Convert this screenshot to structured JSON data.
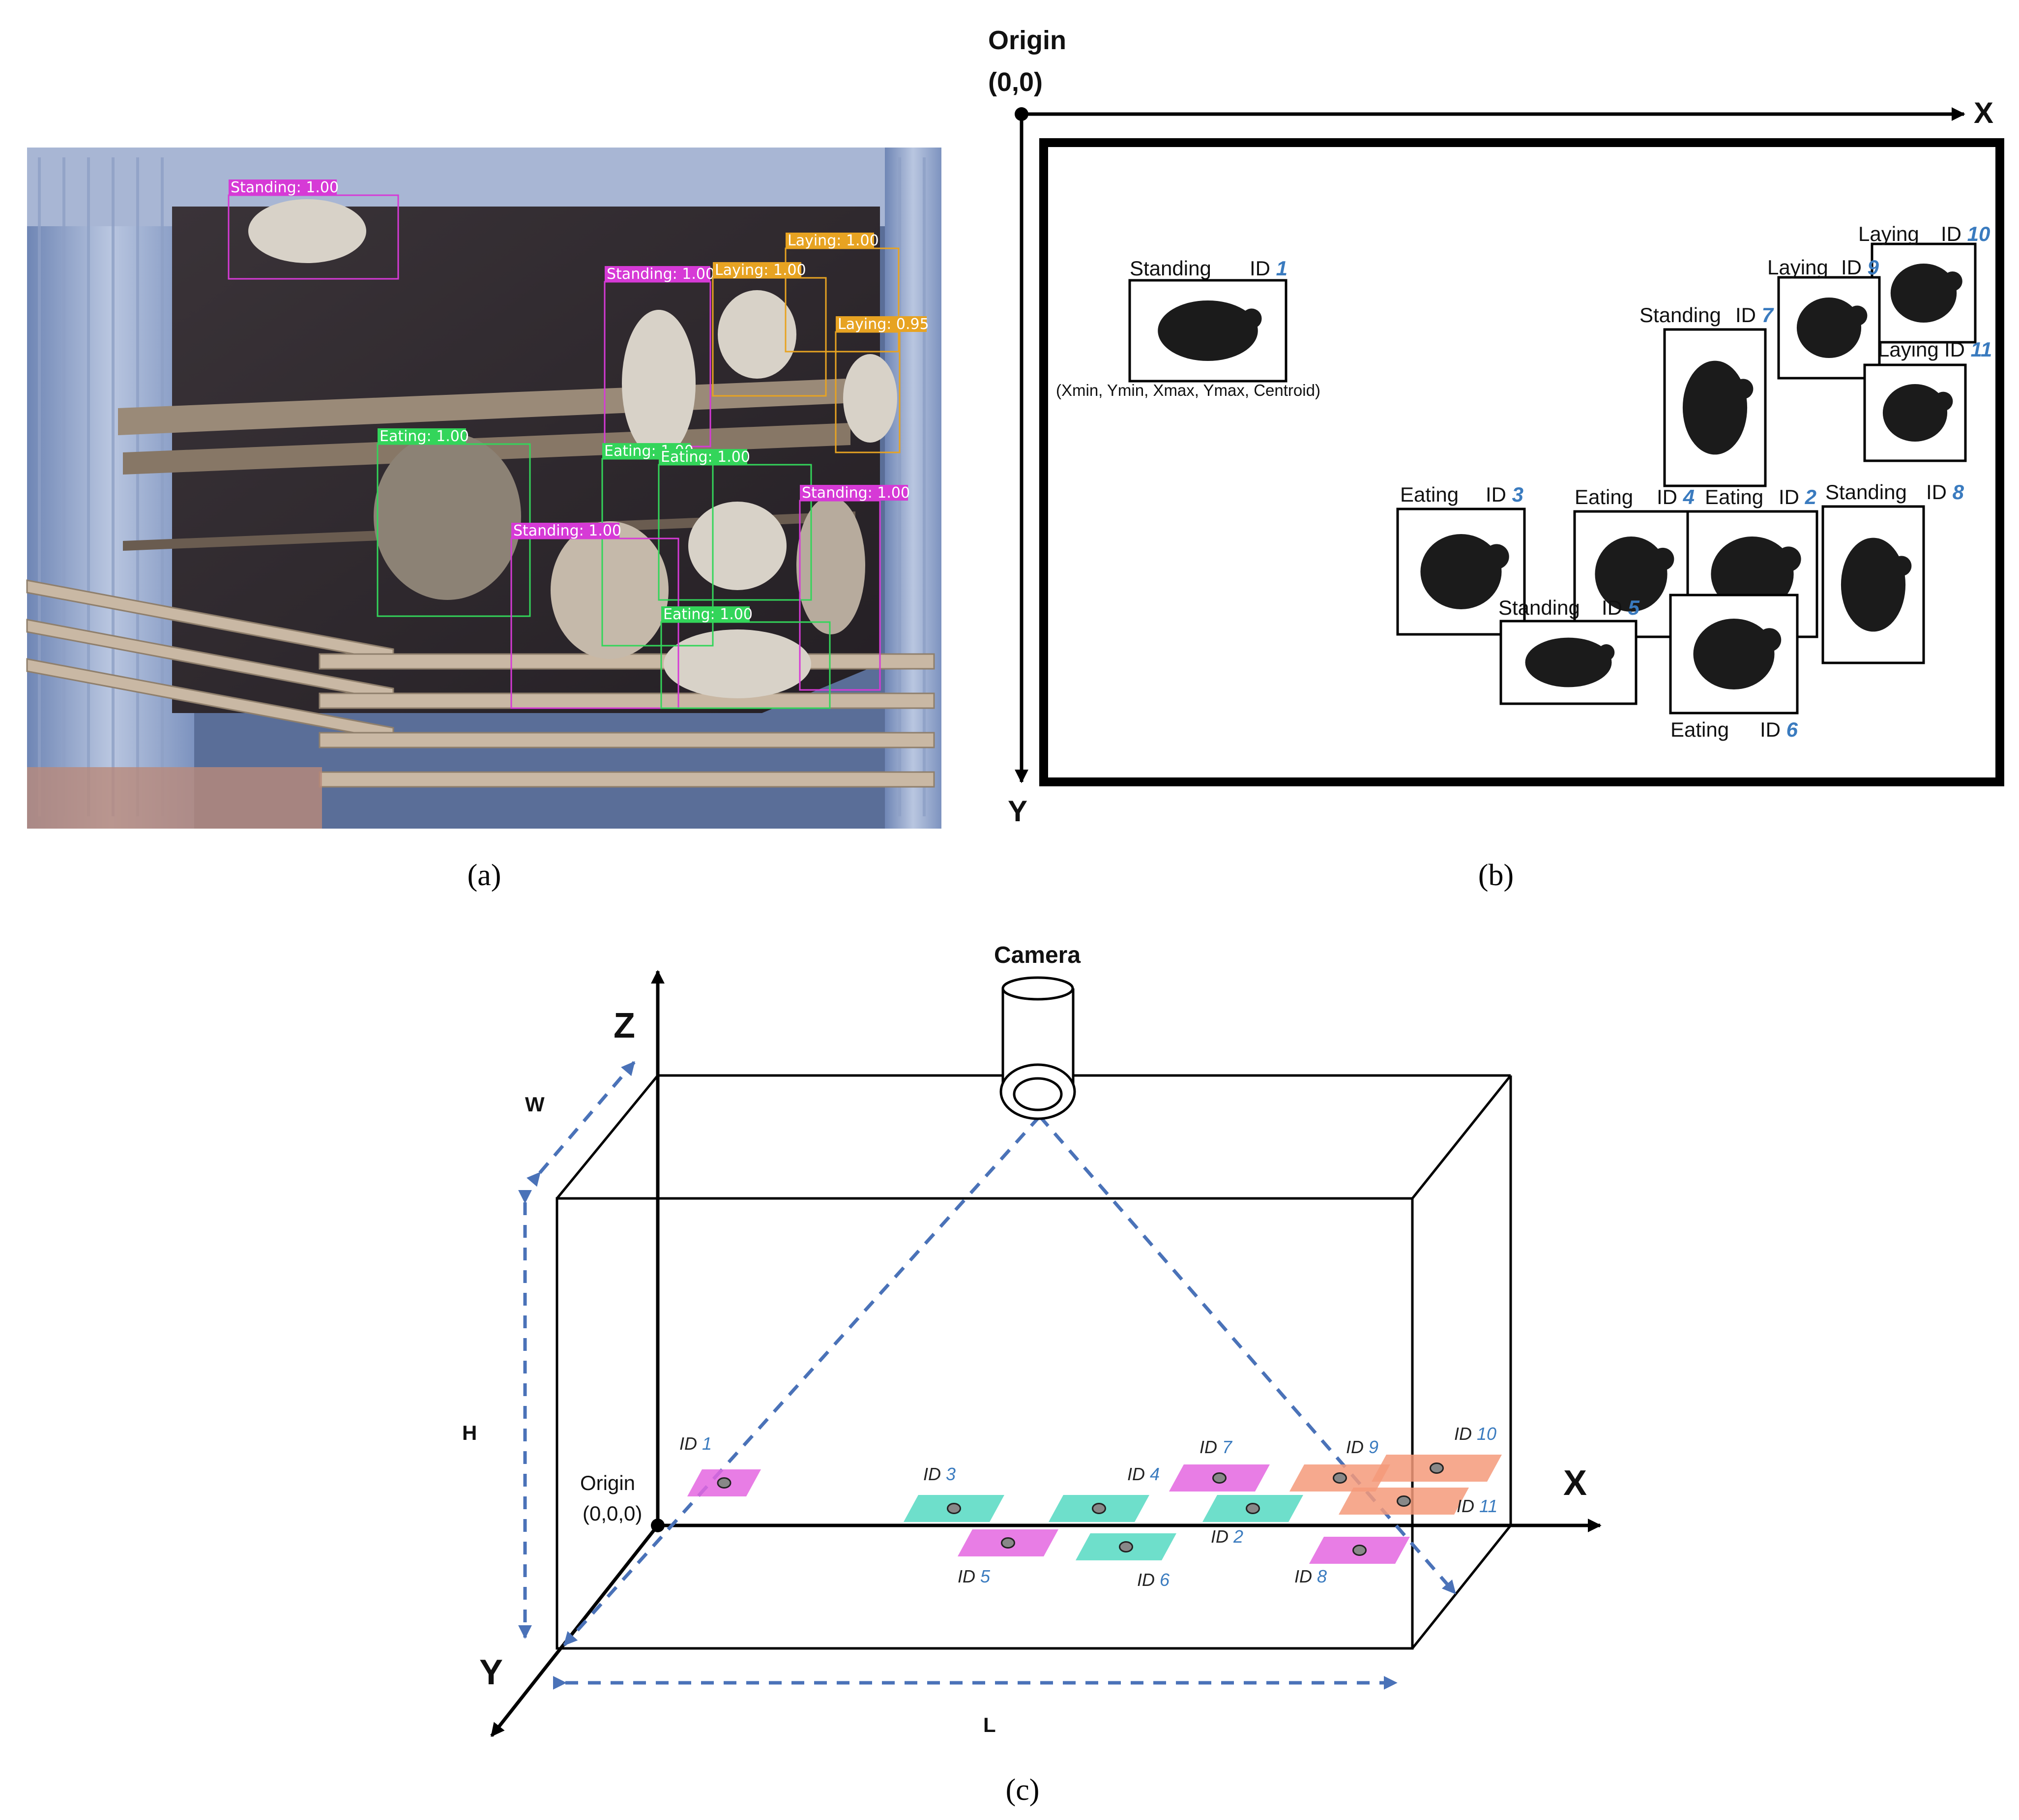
{
  "colors": {
    "standing": "#d63ad6",
    "laying": "#e7a322",
    "eating": "#33d55a",
    "id_blue": "#3a7bbf",
    "arrow_blue": "#4a72b8",
    "tile_magenta": "#e466e0",
    "tile_cyan": "#55d9c2",
    "tile_orange": "#f59a7a"
  },
  "panel_a": {
    "caption": "(a)",
    "detections": [
      {
        "label": "Standing: 1.00",
        "cls": "standing"
      },
      {
        "label": "Standing: 1.00",
        "cls": "standing"
      },
      {
        "label": "Laying: 1.00",
        "cls": "laying"
      },
      {
        "label": "Laying: 1.00",
        "cls": "laying"
      },
      {
        "label": "Laying: 0.95",
        "cls": "laying"
      },
      {
        "label": "Eating: 1.00",
        "cls": "eating"
      },
      {
        "label": "Eating: 1.00",
        "cls": "eating"
      },
      {
        "label": "Eating: 1.00",
        "cls": "eating"
      },
      {
        "label": "Standing: 1.00",
        "cls": "standing"
      },
      {
        "label": "Standing: 1.00",
        "cls": "standing"
      },
      {
        "label": "Eating: 1.00",
        "cls": "eating"
      }
    ]
  },
  "panel_b": {
    "caption": "(b)",
    "origin_label": "Origin",
    "origin_coords": "(0,0)",
    "x_axis": "X",
    "y_axis": "Y",
    "bbox_format": "(Xmin, Ymin, Xmax, Ymax, Centroid)",
    "id_prefix": "ID",
    "boxes": [
      {
        "state": "Standing",
        "id": "1"
      },
      {
        "state": "Laying",
        "id": "10"
      },
      {
        "state": "Laying",
        "id": "9"
      },
      {
        "state": "Laying",
        "id": "11"
      },
      {
        "state": "Standing",
        "id": "7"
      },
      {
        "state": "Eating",
        "id": "3"
      },
      {
        "state": "Eating",
        "id": "4"
      },
      {
        "state": "Eating",
        "id": "2"
      },
      {
        "state": "Standing",
        "id": "8"
      },
      {
        "state": "Standing",
        "id": "5"
      },
      {
        "state": "Eating",
        "id": "6"
      }
    ]
  },
  "panel_c": {
    "caption": "(c)",
    "camera_label": "Camera",
    "origin_label": "Origin",
    "origin_coords": "(0,0,0)",
    "x_axis": "X",
    "y_axis": "Y",
    "z_axis": "Z",
    "w_label": "W",
    "h_label": "H",
    "l_label": "L",
    "tiles": [
      {
        "label": "ID 1",
        "color": "magenta"
      },
      {
        "label": "ID 3",
        "color": "cyan"
      },
      {
        "label": "ID 4",
        "color": "cyan"
      },
      {
        "label": "ID 7",
        "color": "magenta"
      },
      {
        "label": "ID 9",
        "color": "orange"
      },
      {
        "label": "ID 10",
        "color": "orange"
      },
      {
        "label": "ID 2",
        "color": "cyan"
      },
      {
        "label": "ID 11",
        "color": "orange"
      },
      {
        "label": "ID 5",
        "color": "magenta"
      },
      {
        "label": "ID 6",
        "color": "cyan"
      },
      {
        "label": "ID 8",
        "color": "magenta"
      }
    ]
  }
}
